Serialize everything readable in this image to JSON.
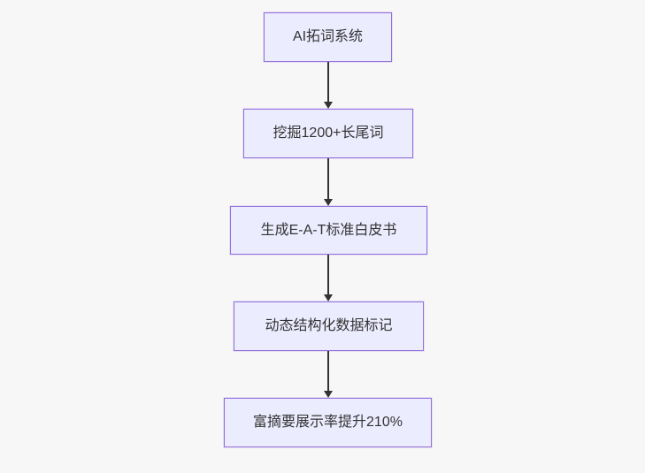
{
  "theme": {
    "background": "#f7f7f7",
    "node_fill": "#ececff",
    "node_border": "#9370db",
    "text_color": "#333333",
    "arrow_color": "#333333"
  },
  "flowchart": {
    "type": "flowchart",
    "direction": "top-down",
    "nodes": [
      {
        "label": "AI拓词系统"
      },
      {
        "label": "挖掘1200+长尾词"
      },
      {
        "label": "生成E-A-T标准白皮书"
      },
      {
        "label": "动态结构化数据标记"
      },
      {
        "label": "富摘要展示率提升210%"
      }
    ],
    "edges": [
      {
        "from": 0,
        "to": 1
      },
      {
        "from": 1,
        "to": 2
      },
      {
        "from": 2,
        "to": 3
      },
      {
        "from": 3,
        "to": 4
      }
    ]
  }
}
